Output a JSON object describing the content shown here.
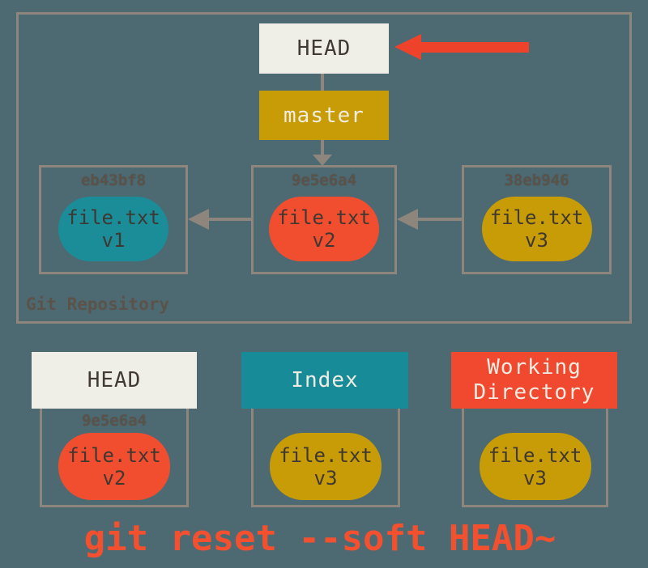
{
  "repo": {
    "label": "Git Repository",
    "head_label": "HEAD",
    "branch_label": "master",
    "commits": [
      {
        "hash": "eb43bf8",
        "file": "file.txt",
        "version": "v1",
        "color": "#1a8d98"
      },
      {
        "hash": "9e5e6a4",
        "file": "file.txt",
        "version": "v2",
        "color": "#f14e30"
      },
      {
        "hash": "38eb946",
        "file": "file.txt",
        "version": "v3",
        "color": "#c89c06"
      }
    ]
  },
  "areas": [
    {
      "label": "HEAD",
      "hash": "9e5e6a4",
      "file": "file.txt",
      "version": "v2",
      "header_color": "#f0efe7",
      "pill_color": "#f14e30"
    },
    {
      "label": "Index",
      "file": "file.txt",
      "version": "v3",
      "header_color": "#178c98",
      "pill_color": "#c89c06"
    },
    {
      "label": "Working Directory",
      "file": "file.txt",
      "version": "v3",
      "header_color": "#f1492f",
      "pill_color": "#c89c06"
    }
  ],
  "command": "git reset --soft HEAD~",
  "colors": {
    "background": "#4d6a73",
    "border_gray": "#8e857c",
    "cream": "#f0efe7",
    "gold": "#c89c06",
    "teal": "#178c98",
    "red": "#f1492f",
    "pointer_arrow_red": "#ee432a",
    "command_text": "#f2502e",
    "dark_text": "#403a33",
    "hash_text": "#5b5349"
  }
}
